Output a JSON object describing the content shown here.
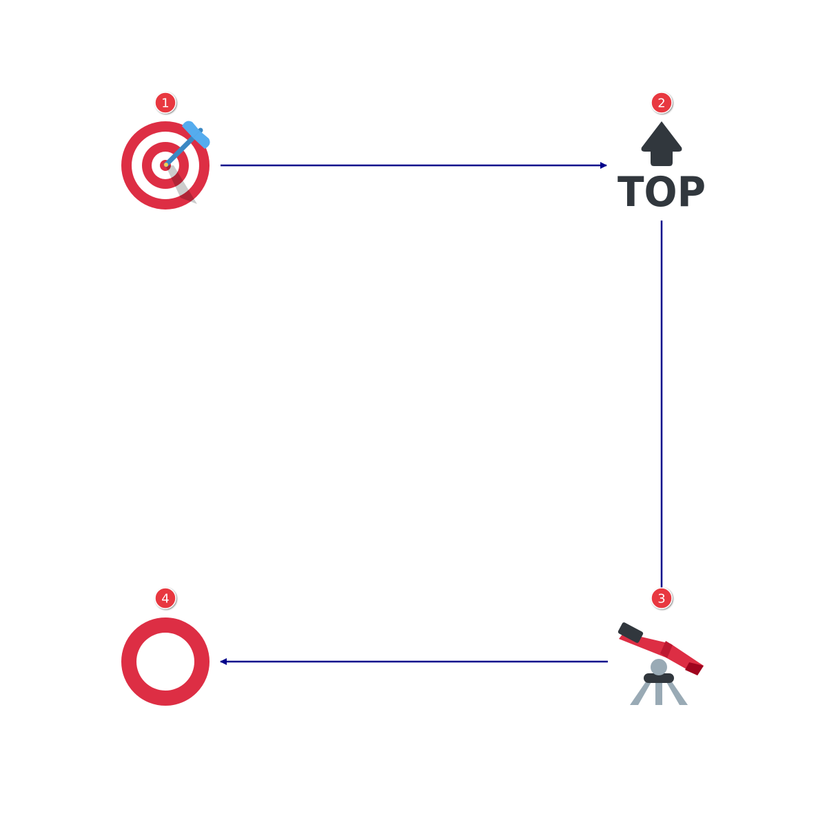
{
  "diagram": {
    "nodes": [
      {
        "id": "1",
        "badge": "1",
        "icon": "direct-hit-target-icon"
      },
      {
        "id": "2",
        "badge": "2",
        "icon": "top-arrow-icon",
        "text": "TOP"
      },
      {
        "id": "3",
        "badge": "3",
        "icon": "telescope-icon"
      },
      {
        "id": "4",
        "badge": "4",
        "icon": "hollow-red-circle-icon"
      }
    ],
    "edges": [
      {
        "from": "1",
        "to": "2",
        "style": "arrow"
      },
      {
        "from": "2",
        "to": "3",
        "style": "line"
      },
      {
        "from": "3",
        "to": "4",
        "style": "arrow"
      }
    ],
    "colors": {
      "edge": "#00008b",
      "badge": "#e8393f",
      "red": "#dd2e44",
      "dark": "#31373d",
      "blue": "#55acee",
      "gray": "#99aab5"
    }
  }
}
